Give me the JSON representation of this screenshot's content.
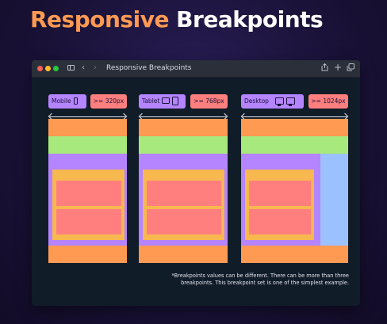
{
  "heading": {
    "accent": "Responsive",
    "rest": " Breakpoints"
  },
  "window": {
    "title": "Responsive Breakpoints"
  },
  "icons": {
    "sidebar": "sidebar-icon",
    "back": "chevron-left-icon",
    "forward": "chevron-right-icon",
    "share": "share-icon",
    "new_tab": "plus-icon",
    "tabs": "tabs-overview-icon"
  },
  "breakpoints": [
    {
      "device": "Mobile",
      "size": ">= 320px",
      "icon": "phone-icon"
    },
    {
      "device": "Tablet",
      "size": ">= 768px",
      "icon": "tablet-icon"
    },
    {
      "device": "Desktop",
      "size": ">= 1024px",
      "icon": "monitor-icon"
    }
  ],
  "colors": {
    "accent": "#ff9a52",
    "header": "#ff9a52",
    "nav": "#a7e97d",
    "main": "#b584ff",
    "content": "#f7b84f",
    "card": "#ff7f7f",
    "sidebar": "#9cc1ff"
  },
  "footnote": {
    "line1": "*Breakpoints values can be different. There can be more than three",
    "line2": "breakpoints. This breakpoint set is one of the simplest example."
  }
}
